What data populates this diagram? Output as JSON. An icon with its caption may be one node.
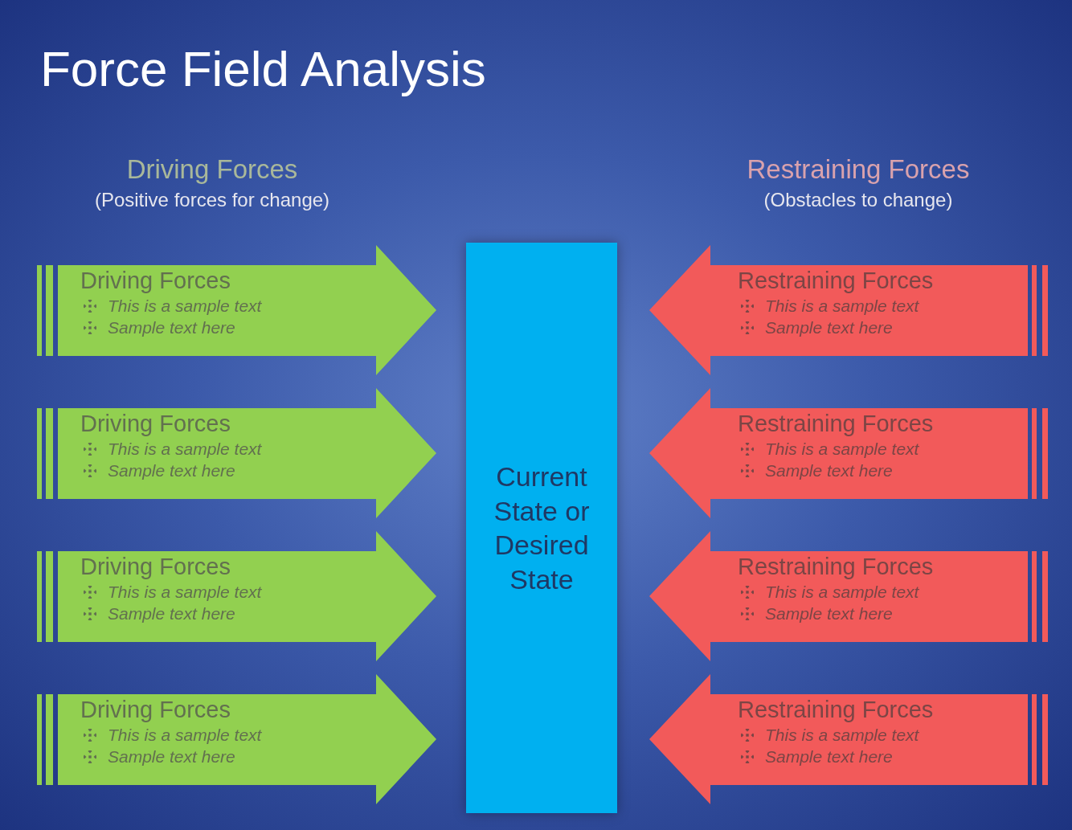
{
  "diagram": {
    "title": "Force Field Analysis",
    "nodes": [
      {
        "text": [
          "Driving Forces",
          "This is a sample text",
          "Sample text here"
        ]
      },
      {
        "text": [
          "Driving Forces",
          "This is a sample text",
          "Sample text here"
        ]
      },
      {
        "text": [
          "Driving Forces",
          "This is a sample text",
          "Sample text here"
        ]
      },
      {
        "text": [
          "Driving Forces",
          "This is a sample text",
          "Sample text here"
        ]
      },
      {
        "text": [
          "Current State or Desired State"
        ]
      },
      {
        "text": [
          "Restraining Forces",
          "This is a sample text",
          "Sample text here"
        ]
      },
      {
        "text": [
          "Restraining Forces",
          "This is a sample text",
          "Sample text here"
        ]
      },
      {
        "text": [
          "Restraining Forces",
          "This is a sample text",
          "Sample text here"
        ]
      },
      {
        "text": [
          "Restraining Forces",
          "This is a sample text",
          "Sample text here"
        ]
      }
    ],
    "labels": [
      "Driving Forces",
      "(Positive forces for change)",
      "Restraining Forces",
      "(Obstacles to change)"
    ]
  }
}
